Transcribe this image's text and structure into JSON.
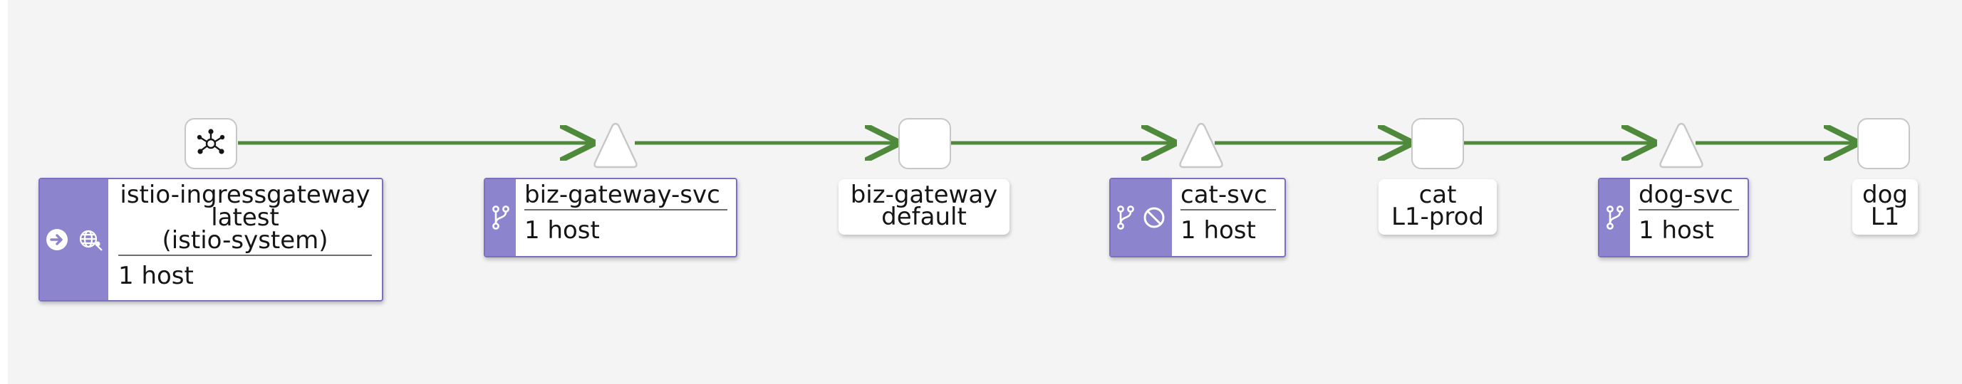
{
  "colors": {
    "edge": "#4f8a3c",
    "band": "#8c84cc",
    "card_border": "#7b6fc4",
    "node_border": "#c7c7c7",
    "background": "#f4f4f4"
  },
  "icons": {
    "gateway": "network-gateway-icon",
    "ingress": "arrow-right-circle-icon",
    "mesh": "globe-network-icon",
    "virtual_service": "branch-icon",
    "circuit_breaker": "ban-icon"
  },
  "groups": {
    "ingress": {
      "title_1": "istio-ingressgateway",
      "title_2": "latest",
      "title_3": "(istio-system)",
      "hosts": "1 host"
    },
    "biz_svc": {
      "title": "biz-gateway-svc",
      "hosts": "1 host"
    },
    "cat_svc": {
      "title": "cat-svc",
      "hosts": "1 host"
    },
    "dog_svc": {
      "title": "dog-svc",
      "hosts": "1 host"
    }
  },
  "labels": {
    "biz_workload": {
      "line1": "biz-gateway",
      "line2": "default"
    },
    "cat_workload": {
      "line1": "cat",
      "line2": "L1-prod"
    },
    "dog_workload": {
      "line1": "dog",
      "line2": "L1"
    }
  }
}
